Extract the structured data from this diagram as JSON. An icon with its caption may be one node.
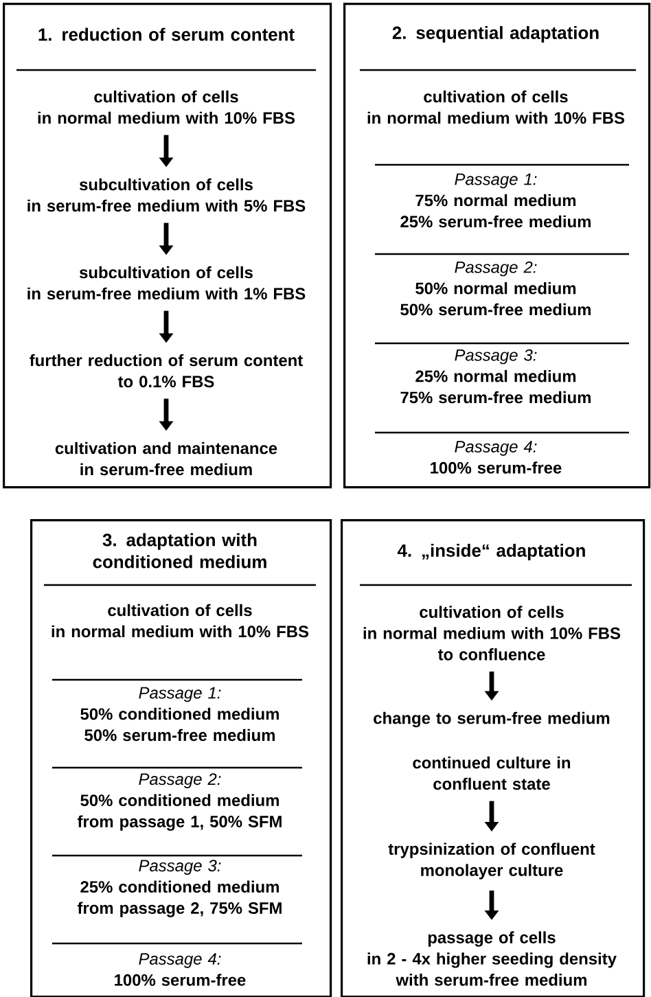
{
  "diagram": {
    "nodes": [
      {
        "text": [
          "1. reduction of serum content"
        ]
      },
      {
        "text": [
          "cultivation of cells in normal medium with 10% FBS"
        ],
        "in": 0
      },
      {
        "text": [
          "subcultivation of cells in serum-free medium with 5% FBS"
        ],
        "in": 0
      },
      {
        "text": [
          "subcultivation of cells in serum-free medium with 1% FBS"
        ],
        "in": 0
      },
      {
        "text": [
          "further reduction of serum content to 0.1% FBS"
        ],
        "in": 0
      },
      {
        "text": [
          "cultivation and maintenance in serum-free medium"
        ],
        "in": 0
      },
      {
        "text": [
          "2. sequential adaptation"
        ]
      },
      {
        "text": [
          "cultivation of cells in normal medium with 10% FBS"
        ],
        "in": 6
      },
      {
        "text": [
          "Passage 1:",
          "75% normal medium 25% serum-free medium"
        ],
        "in": 6
      },
      {
        "text": [
          "Passage 2:",
          "50% normal medium 50% serum-free medium"
        ],
        "in": 6
      },
      {
        "text": [
          "Passage 3:",
          "25% normal medium 75% serum-free medium"
        ],
        "in": 6
      },
      {
        "text": [
          "Passage 4:",
          "100% serum-free"
        ],
        "in": 6
      },
      {
        "text": [
          "3. adaptation with conditioned medium"
        ]
      },
      {
        "text": [
          "cultivation of cells in normal medium with 10% FBS"
        ],
        "in": 12
      },
      {
        "text": [
          "Passage 1:",
          "50% conditioned medium 50% serum-free medium"
        ],
        "in": 12
      },
      {
        "text": [
          "Passage 2:",
          "50% conditioned medium from passage 1, 50% SFM"
        ],
        "in": 12
      },
      {
        "text": [
          "Passage 3:",
          "25% conditioned medium from passage 2, 75% SFM"
        ],
        "in": 12
      },
      {
        "text": [
          "Passage 4:",
          "100% serum-free"
        ],
        "in": 12
      },
      {
        "text": [
          "4. „inside“ adaptation"
        ]
      },
      {
        "text": [
          "cultivation of cells in normal medium with 10% FBS to confluence"
        ],
        "in": 18
      },
      {
        "text": [
          "change to serum-free medium"
        ],
        "in": 18
      },
      {
        "text": [
          "continued culture in confluent state"
        ],
        "in": 18
      },
      {
        "text": [
          "trypsinization of confluent monolayer culture"
        ],
        "in": 18
      },
      {
        "text": [
          "passage of cells in 2 - 4x higher seeding density with serum-free medium"
        ],
        "in": 18
      }
    ],
    "edges": [
      {
        "from": 1,
        "to": 2,
        "arrow": "to"
      },
      {
        "from": 2,
        "to": 3,
        "arrow": "to"
      },
      {
        "from": 3,
        "to": 4,
        "arrow": "to"
      },
      {
        "from": 4,
        "to": 5,
        "arrow": "to"
      },
      {
        "from": 19,
        "to": 20,
        "arrow": "to"
      },
      {
        "from": 21,
        "to": 22,
        "arrow": "to"
      },
      {
        "from": 22,
        "to": 23,
        "arrow": "to"
      }
    ]
  }
}
